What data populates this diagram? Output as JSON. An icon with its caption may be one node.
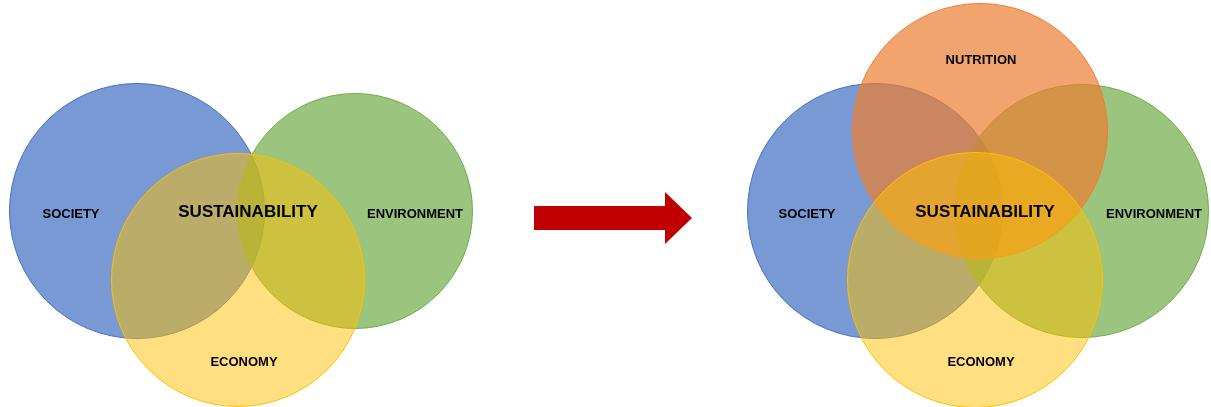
{
  "diagram": {
    "nodes": [
      {
        "text": [
          "SOCIETY"
        ]
      },
      {
        "text": [
          "ENVIRONMENT"
        ]
      },
      {
        "text": [
          "ECONOMY"
        ]
      },
      {
        "text": [
          "SOCIETY"
        ]
      },
      {
        "text": [
          "ENVIRONMENT"
        ]
      },
      {
        "text": [
          "NUTRITION"
        ]
      },
      {
        "text": [
          "ECONOMY"
        ]
      }
    ],
    "edges": [
      {
        "from": 1,
        "to": 3,
        "arrow": "to",
        "color": "#c00000"
      }
    ],
    "labels": [
      "SUSTAINABILITY",
      "SUSTAINABILITY"
    ]
  }
}
